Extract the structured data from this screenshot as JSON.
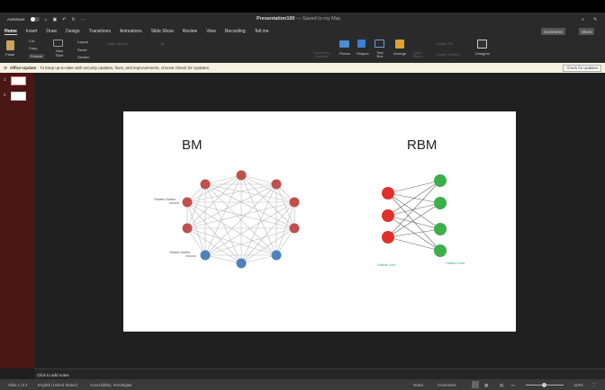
{
  "window": {
    "autosave": "AutoSave",
    "title": "Presentation100",
    "saved": "— Saved to my Mac"
  },
  "tabs": [
    "Home",
    "Insert",
    "Draw",
    "Design",
    "Transitions",
    "Animations",
    "Slide Show",
    "Review",
    "View",
    "Recording",
    "Tell me"
  ],
  "header_buttons": {
    "comments": "Comments",
    "share": "Share"
  },
  "ribbon": {
    "paste": "Paste",
    "cut": "Cut",
    "copy": "Copy",
    "format": "Format",
    "new_slide": "New Slide",
    "layout": "Layout",
    "reset": "Reset",
    "section": "Section",
    "font": "Calibri (Body)",
    "font_size": "18",
    "convert": "Convert to SmartArt",
    "picture": "Picture",
    "shapes": "Shapes",
    "text_box": "Text Box",
    "arrange": "Arrange",
    "quick_styles": "Quick Styles",
    "shape_fill": "Shape Fill",
    "shape_outline": "Shape Outline",
    "designer": "Designer"
  },
  "update_bar": {
    "title": "Office Update",
    "message": "To keep up-to-date with security updates, fixes, and improvements, choose Check for Updates.",
    "button": "Check for Updates"
  },
  "thumbnails": [
    "1",
    "2"
  ],
  "slide": {
    "bm": {
      "title": "BM",
      "hidden_label": "Hidden Nodes",
      "visible_label": "Visible Nodes",
      "hidden_color": "#c0504d",
      "visible_color": "#4f81bd"
    },
    "rbm": {
      "title": "RBM",
      "visible_label": "Visible Unit",
      "hidden_label": "Hidden Unit",
      "visible_color": "#e0302a",
      "hidden_color": "#3cae4a",
      "label_color": "#3aa88a"
    }
  },
  "notes": {
    "placeholder": "Click to add notes"
  },
  "status": {
    "slide": "Slide 1 of 2",
    "language": "English (United States)",
    "accessibility": "Accessibility: Investigate",
    "notes": "Notes",
    "comments": "Comments",
    "zoom": "118%"
  }
}
